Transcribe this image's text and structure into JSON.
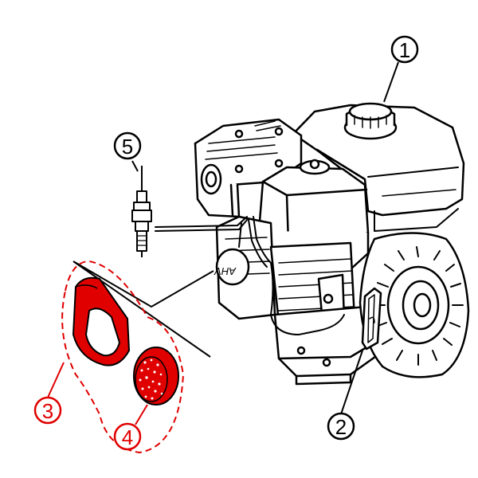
{
  "diagram": {
    "callouts": [
      {
        "id": "1",
        "label": "1",
        "color": "#000000"
      },
      {
        "id": "2",
        "label": "2",
        "color": "#000000"
      },
      {
        "id": "3",
        "label": "3",
        "color": "#e00000"
      },
      {
        "id": "4",
        "label": "4",
        "color": "#e00000"
      },
      {
        "id": "5",
        "label": "5",
        "color": "#000000"
      }
    ],
    "engine_marking": "AHV",
    "colors": {
      "line": "#000000",
      "highlight": "#e00000",
      "background": "#ffffff"
    },
    "parts": {
      "1": "fuel-cap",
      "2": "recoil-starter-handle",
      "3": "air-filter-foam-element",
      "4": "air-filter-pre-cleaner",
      "5": "spark-plug"
    }
  }
}
